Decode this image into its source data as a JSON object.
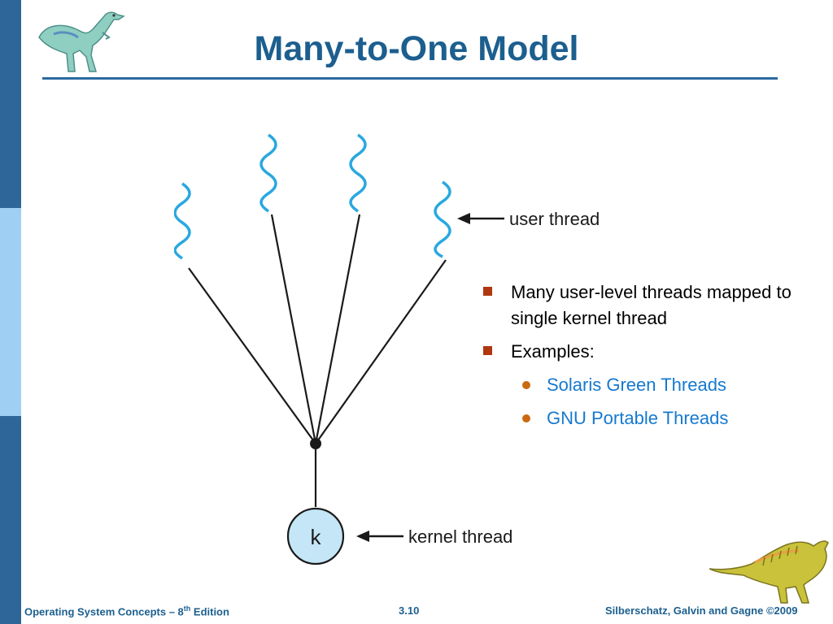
{
  "slide": {
    "title": "Many-to-One Model",
    "accent_color": "#1c5f8f",
    "bullet_color": "#b0370f",
    "sub_bullet_color": "#c96a10",
    "link_color": "#1679cf"
  },
  "diagram": {
    "user_thread_label": "user thread",
    "kernel_thread_label": "kernel thread",
    "kernel_symbol": "k",
    "kernel_fill": "#c5e6f7"
  },
  "bullets": [
    {
      "text": "Many user-level threads mapped to single kernel thread"
    },
    {
      "text": "Examples:",
      "children": [
        {
          "text": "Solaris Green Threads"
        },
        {
          "text": "GNU Portable Threads"
        }
      ]
    }
  ],
  "footer": {
    "left_prefix": "Operating System Concepts – 8",
    "left_sup": "th",
    "left_suffix": " Edition",
    "center": "3.10",
    "right": "Silberschatz, Galvin and Gagne ©2009"
  },
  "icons": [
    "dinosaur-logo-icon",
    "dinosaur-footer-icon",
    "square-bullet-icon",
    "dot-bullet-icon"
  ]
}
